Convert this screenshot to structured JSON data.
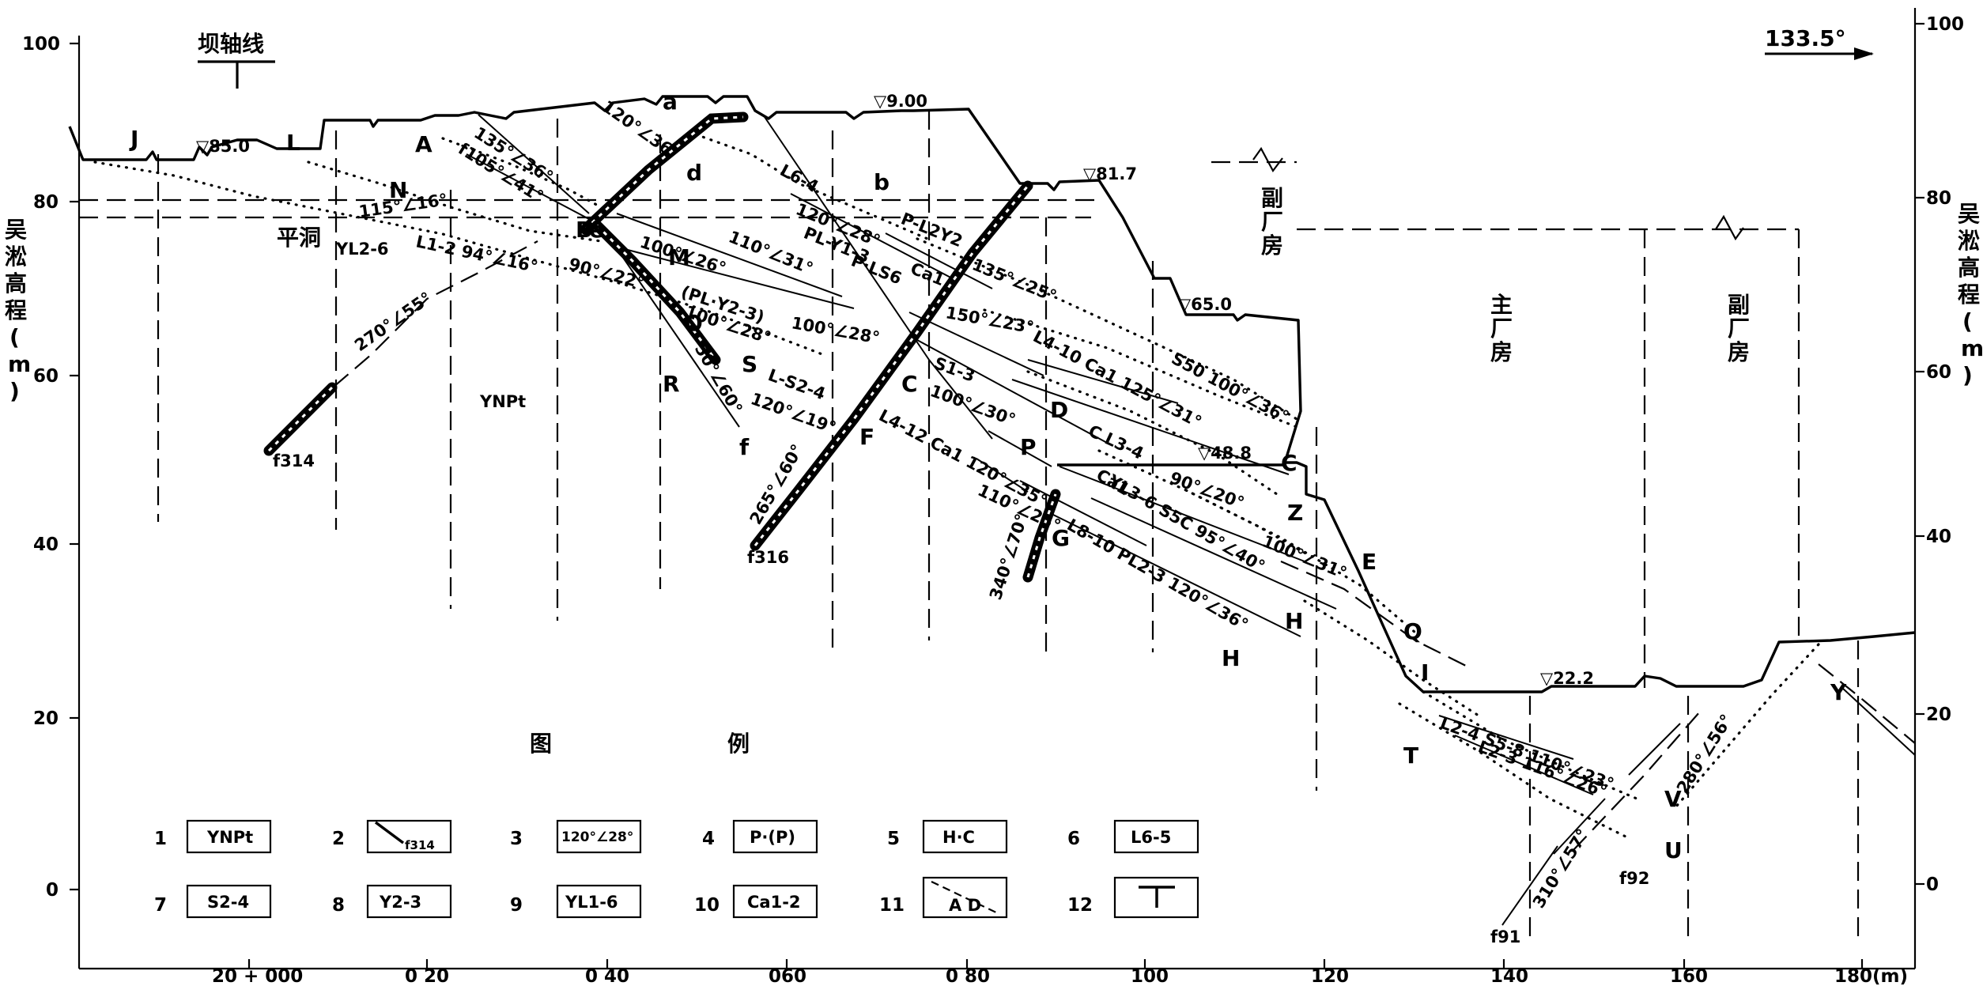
{
  "axis": {
    "left_ticks": [
      "100",
      "80",
      "60",
      "40",
      "20",
      "0"
    ],
    "right_ticks": [
      "100",
      "80",
      "60",
      "40",
      "20",
      "0"
    ],
    "x_ticks": [
      "20 + 000",
      "0 20",
      "0 40",
      "060",
      "0 80",
      "100",
      "120",
      "140",
      "160",
      "180(m)"
    ],
    "y_title": "吴淞高程（m）",
    "y_title_chars": [
      "吴",
      "淞",
      "高",
      "程",
      "(",
      "m",
      ")"
    ]
  },
  "header": {
    "dam_axis": "坝轴线",
    "direction": "133.5°"
  },
  "elevations": [
    "▽85.0",
    "▽9.00",
    "▽81.7",
    "▽65.0",
    "▽48.8",
    "▽22.2"
  ],
  "buildings": {
    "aux1": [
      "副",
      "厂",
      "房"
    ],
    "main": [
      "主",
      "厂",
      "房"
    ],
    "aux2": [
      "副",
      "厂",
      "房"
    ],
    "tunnel": "平洞"
  },
  "points": [
    "J",
    "L",
    "A",
    "N",
    "B",
    "a",
    "d",
    "b",
    "e",
    "M",
    "O",
    "R",
    "S",
    "C",
    "F",
    "f",
    "P",
    "D",
    "G",
    "C",
    "Z",
    "E",
    "Q",
    "I",
    "H",
    "H",
    "T",
    "V",
    "U",
    "Y"
  ],
  "annotations": {
    "a1": "120°∠36°",
    "a2": "135°∠36°",
    "a3": "f105°∠41°",
    "a4": "115°∠16°",
    "a5": "L1-2 94°∠16°",
    "a6": "YL2-6",
    "a7": "90°∠22°",
    "a8": "270°∠55°",
    "a9": "YNPt",
    "a10": "f314",
    "a11": "L6-4",
    "a12": "120°∠28°",
    "a13": "PL-Y1-3",
    "a14": "P-L2Y2",
    "a15": "135°∠25°",
    "a16": "Ca1",
    "a17": "P·LS6",
    "a18": "110°∠31°",
    "a19": "100°∠26°",
    "a20": "(PL·Y2-3)",
    "a21": "100°∠28°",
    "a22": "100°∠28°",
    "a23": "150°∠23°",
    "a24": "50°∠60°",
    "a25": "L-S2-4",
    "a26": "120°∠19°",
    "a27": "S1-3",
    "a28": "100°∠30°",
    "a29": "L4-12 Ca1 120°∠35°",
    "a30": "265°∠60°",
    "a31": "f316",
    "a32": "110°∠25°",
    "a33": "340°∠70°",
    "a34": "L4-10 Ca1 125°∠31°",
    "a35": "S50 100°∠36°",
    "a36": "C L3-4",
    "a37": "90°∠20°",
    "a38": "YL3-6 S5C 95°∠40°",
    "a39": "Ca1",
    "a40": "L8-10 PL2-3 120°∠36°",
    "a41": "100°∠31°",
    "a42": "L2-4 S5-8 110°∠23°",
    "a43": "L2-3 116°∠26°",
    "a44": "280°∠56°",
    "a45": "310°∠57°",
    "a46": "f91",
    "a47": "f92"
  },
  "legend": {
    "title_left": "图",
    "title_right": "例",
    "items": [
      {
        "num": "1",
        "sym": "YNPt"
      },
      {
        "num": "2",
        "sym": "f314"
      },
      {
        "num": "3",
        "sym": "120°∠28°"
      },
      {
        "num": "4",
        "sym": "P·(P)"
      },
      {
        "num": "5",
        "sym": "H·C"
      },
      {
        "num": "6",
        "sym": "L6-5"
      },
      {
        "num": "7",
        "sym": "S2-4"
      },
      {
        "num": "8",
        "sym": "Y2-3"
      },
      {
        "num": "9",
        "sym": "YL1-6"
      },
      {
        "num": "10",
        "sym": "Ca1-2"
      },
      {
        "num": "11",
        "sym": "A D"
      },
      {
        "num": "12",
        "sym": ""
      }
    ]
  }
}
